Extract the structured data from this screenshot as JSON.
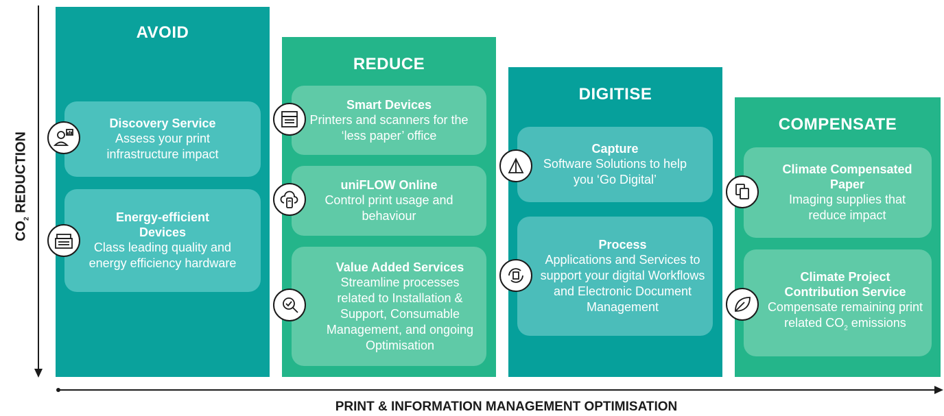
{
  "colors": {
    "avoid_bg": "#0aa29c",
    "avoid_card": "#4bc1bd",
    "reduce_bg": "#24b58a",
    "reduce_card": "#5fcaa7",
    "digitise_bg": "#06a09b",
    "digitise_card": "#4bbdba",
    "compensate_bg": "#24b58a",
    "compensate_card": "#5fcaa7"
  },
  "axes": {
    "y_label_main": "CO",
    "y_label_sub": "2",
    "y_label_rest": " REDUCTION",
    "x_label": "PRINT & INFORMATION MANAGEMENT OPTIMISATION"
  },
  "columns": [
    {
      "title": "AVOID",
      "cards": [
        {
          "icon": "user-chart-icon",
          "title": "Discovery Service",
          "desc": "Assess your print infrastructure impact"
        },
        {
          "icon": "printer-icon",
          "title": "Energy-efficient Devices",
          "desc": "Class leading quality and energy efficiency hardware"
        }
      ]
    },
    {
      "title": "REDUCE",
      "cards": [
        {
          "icon": "multifunction-printer-icon",
          "title": "Smart Devices",
          "desc": "Printers and scanners for the ‘less paper’ office"
        },
        {
          "icon": "cloud-phone-icon",
          "title": "uniFLOW Online",
          "desc": "Control print usage and behaviour"
        },
        {
          "icon": "magnifier-check-icon",
          "title": "Value Added Services",
          "desc": "Streamline processes related to Installation & Support, Consumable Management, and ongoing Optimisation"
        }
      ]
    },
    {
      "title": "DIGITISE",
      "cards": [
        {
          "icon": "scan-capture-icon",
          "title": "Capture",
          "desc": "Software Solutions to help you ‘Go Digital’"
        },
        {
          "icon": "document-cycle-icon",
          "title": "Process",
          "desc": "Applications and Services to support your digital Workflows and Electronic Document Management"
        }
      ]
    },
    {
      "title": "COMPENSATE",
      "cards": [
        {
          "icon": "paper-copy-icon",
          "title": "Climate Compensated Paper",
          "desc": "Imaging supplies that reduce impact"
        },
        {
          "icon": "leaf-icon",
          "title": "Climate Project Contribution Service",
          "desc_main": "Compensate remaining print related CO",
          "desc_sub": "2",
          "desc_rest": " emissions"
        }
      ]
    }
  ]
}
